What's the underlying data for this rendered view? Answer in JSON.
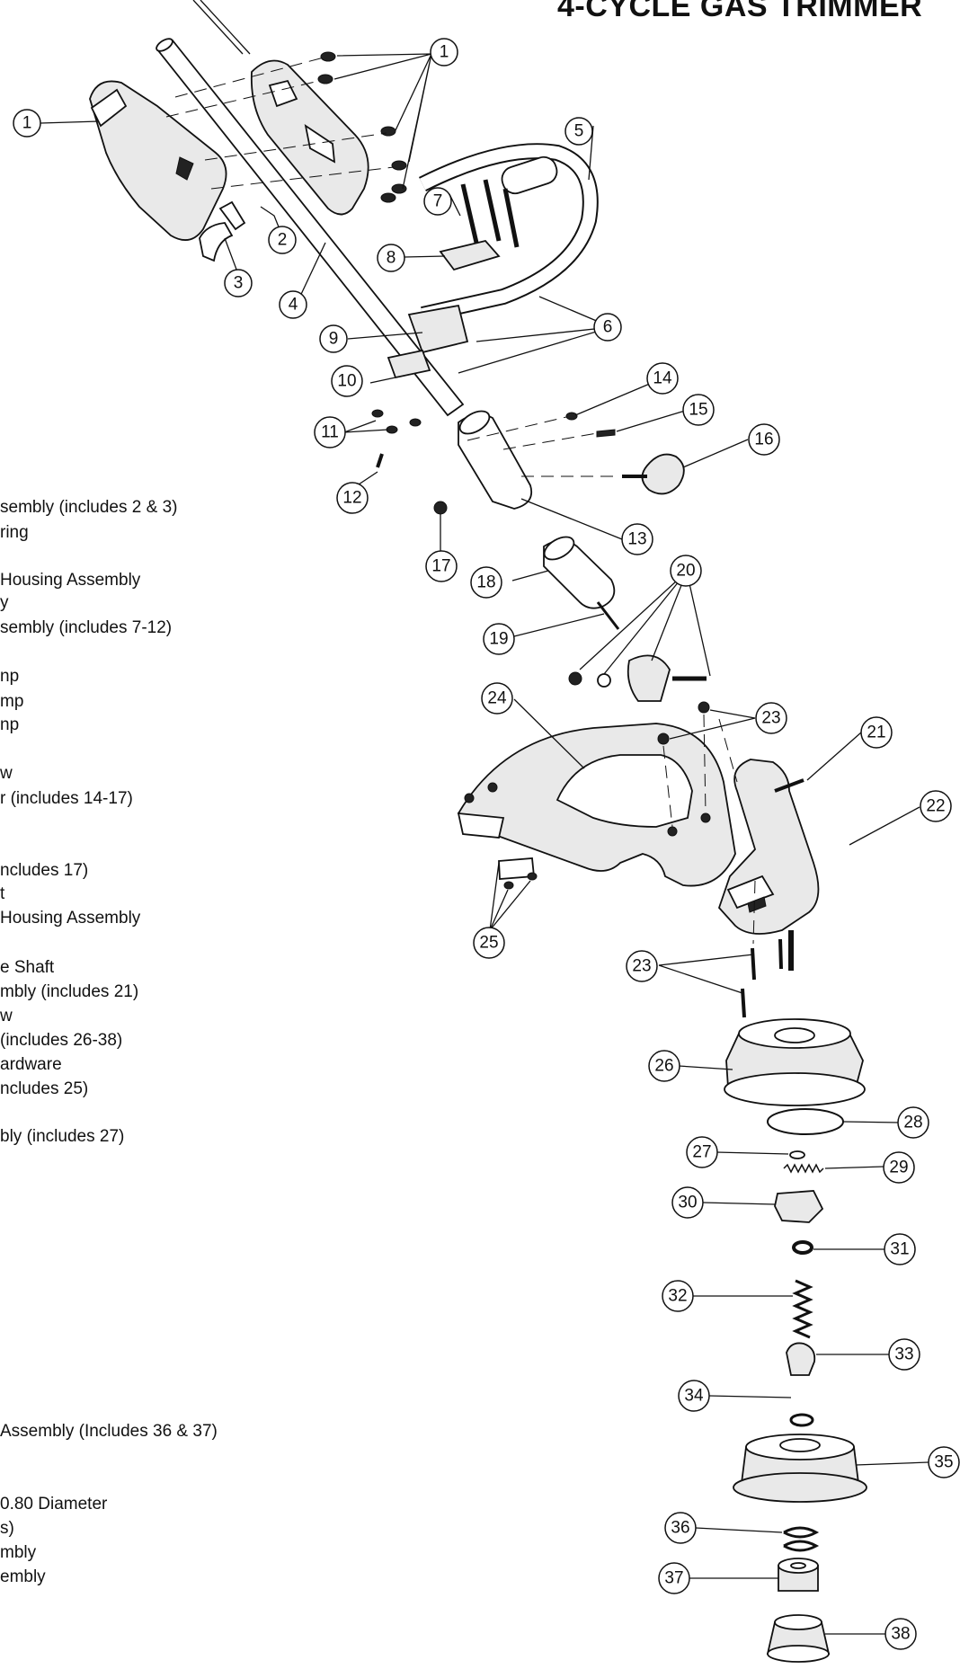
{
  "title": "4-CYCLE GAS TRIMMER",
  "parts_list": [
    "sembly (includes 2 & 3)",
    "ring",
    "Housing Assembly",
    "y",
    "sembly (includes 7-12)",
    "np",
    "mp",
    "np",
    "w",
    "r (includes 14-17)",
    "ncludes 17)",
    "t",
    "Housing Assembly",
    "e Shaft",
    "mbly (includes 21)",
    "w",
    " (includes 26-38)",
    "ardware",
    "ncludes 25)",
    "bly (includes 27)",
    "Assembly (Includes 36 & 37)",
    "0.80 Diameter",
    "s)",
    "mbly",
    "embly"
  ],
  "callouts": [
    {
      "id": "c1a",
      "label": "1"
    },
    {
      "id": "c1b",
      "label": "1"
    },
    {
      "id": "c2",
      "label": "2"
    },
    {
      "id": "c3",
      "label": "3"
    },
    {
      "id": "c4",
      "label": "4"
    },
    {
      "id": "c5",
      "label": "5"
    },
    {
      "id": "c6",
      "label": "6"
    },
    {
      "id": "c7",
      "label": "7"
    },
    {
      "id": "c8",
      "label": "8"
    },
    {
      "id": "c9",
      "label": "9"
    },
    {
      "id": "c10",
      "label": "10"
    },
    {
      "id": "c11",
      "label": "11"
    },
    {
      "id": "c12",
      "label": "12"
    },
    {
      "id": "c13",
      "label": "13"
    },
    {
      "id": "c14",
      "label": "14"
    },
    {
      "id": "c15",
      "label": "15"
    },
    {
      "id": "c16",
      "label": "16"
    },
    {
      "id": "c17",
      "label": "17"
    },
    {
      "id": "c18",
      "label": "18"
    },
    {
      "id": "c19",
      "label": "19"
    },
    {
      "id": "c20",
      "label": "20"
    },
    {
      "id": "c21",
      "label": "21"
    },
    {
      "id": "c22",
      "label": "22"
    },
    {
      "id": "c23a",
      "label": "23"
    },
    {
      "id": "c23b",
      "label": "23"
    },
    {
      "id": "c24",
      "label": "24"
    },
    {
      "id": "c25",
      "label": "25"
    },
    {
      "id": "c26",
      "label": "26"
    },
    {
      "id": "c27",
      "label": "27"
    },
    {
      "id": "c28",
      "label": "28"
    },
    {
      "id": "c29",
      "label": "29"
    },
    {
      "id": "c30",
      "label": "30"
    },
    {
      "id": "c31",
      "label": "31"
    },
    {
      "id": "c32",
      "label": "32"
    },
    {
      "id": "c33",
      "label": "33"
    },
    {
      "id": "c34",
      "label": "34"
    },
    {
      "id": "c35",
      "label": "35"
    },
    {
      "id": "c36",
      "label": "36"
    },
    {
      "id": "c37",
      "label": "37"
    },
    {
      "id": "c38",
      "label": "38"
    }
  ]
}
